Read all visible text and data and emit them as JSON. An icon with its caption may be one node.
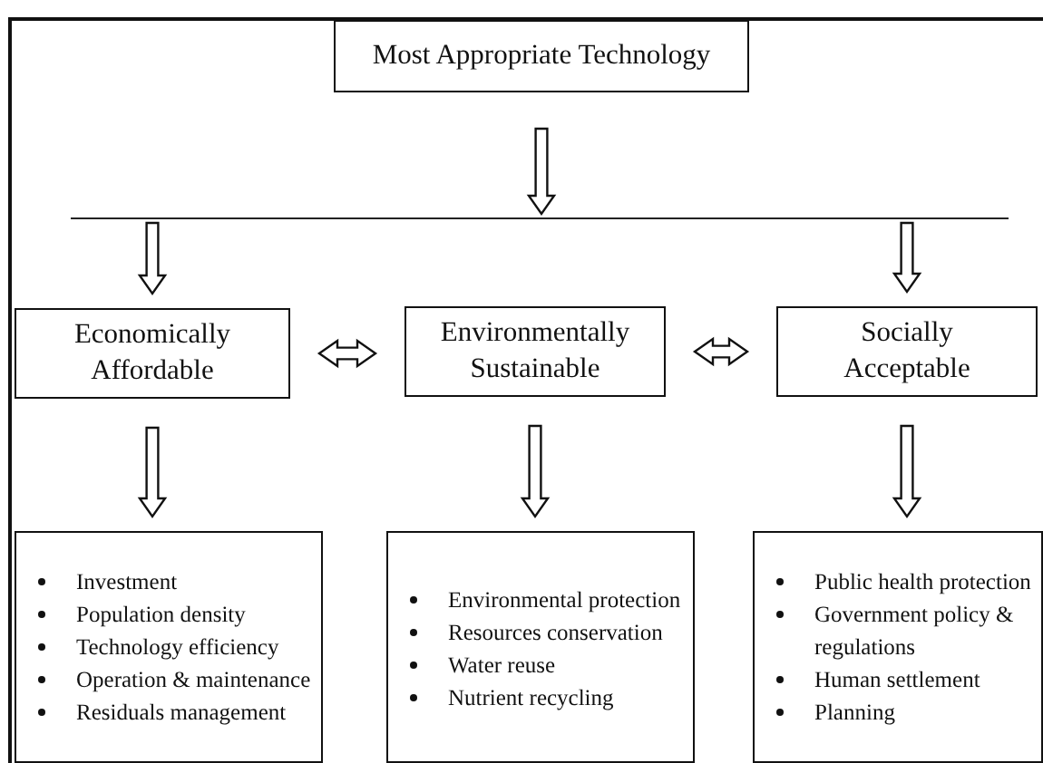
{
  "diagram": {
    "nodes": [
      {
        "text": [
          "Most Appropriate Technology"
        ]
      },
      {
        "text": [],
        "shape": "bar"
      },
      {
        "text": [
          "Economically Affordable"
        ]
      },
      {
        "text": [
          "Environmentally Sustainable"
        ]
      },
      {
        "text": [
          "Socially Acceptable"
        ]
      },
      {
        "text": [
          "Investment",
          "Population density",
          "Technology efficiency",
          "Operation & maintenance",
          "Residuals management"
        ]
      },
      {
        "text": [
          "Environmental protection",
          "Resources  conservation",
          "Water reuse",
          "Nutrient recycling"
        ]
      },
      {
        "text": [
          "Public health protection",
          "Government policy & regulations",
          "Human settlement",
          "Planning"
        ]
      }
    ],
    "edges": [
      {
        "from": 0,
        "to": 1,
        "arrow": "to"
      },
      {
        "from": 1,
        "to": 2,
        "arrow": "to"
      },
      {
        "from": 1,
        "to": 4,
        "arrow": "to"
      },
      {
        "from": 2,
        "to": 3,
        "arrow": "both"
      },
      {
        "from": 3,
        "to": 4,
        "arrow": "both"
      },
      {
        "from": 2,
        "to": 5,
        "arrow": "to"
      },
      {
        "from": 3,
        "to": 6,
        "arrow": "to"
      },
      {
        "from": 4,
        "to": 7,
        "arrow": "to"
      }
    ]
  }
}
